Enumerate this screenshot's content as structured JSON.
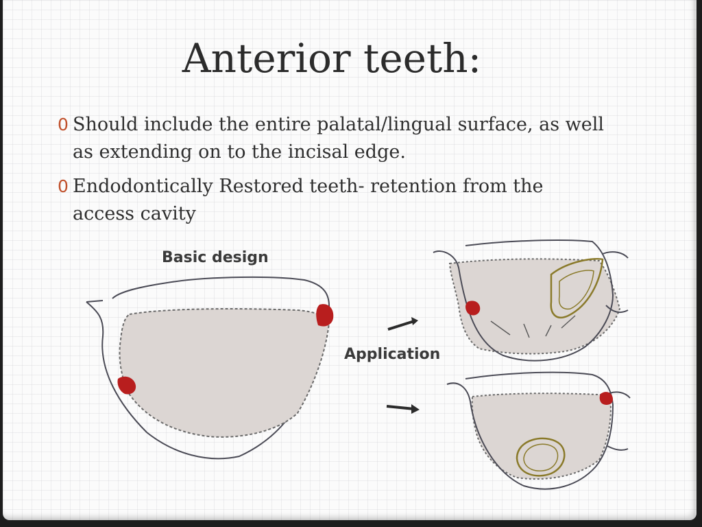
{
  "slide": {
    "title": "Anterior teeth:",
    "bullet_marker": "0",
    "accent_color": "#c0502b",
    "bullets": [
      "Should include the entire palatal/lingual surface, as well as extending on to the incisal edge.",
      "Endodontically Restored teeth- retention from the access cavity"
    ]
  },
  "figure": {
    "basic_label": "Basic design",
    "application_label": "Application",
    "rest_color": "#b81e1e",
    "plate_fill": "#dcd6d3"
  }
}
